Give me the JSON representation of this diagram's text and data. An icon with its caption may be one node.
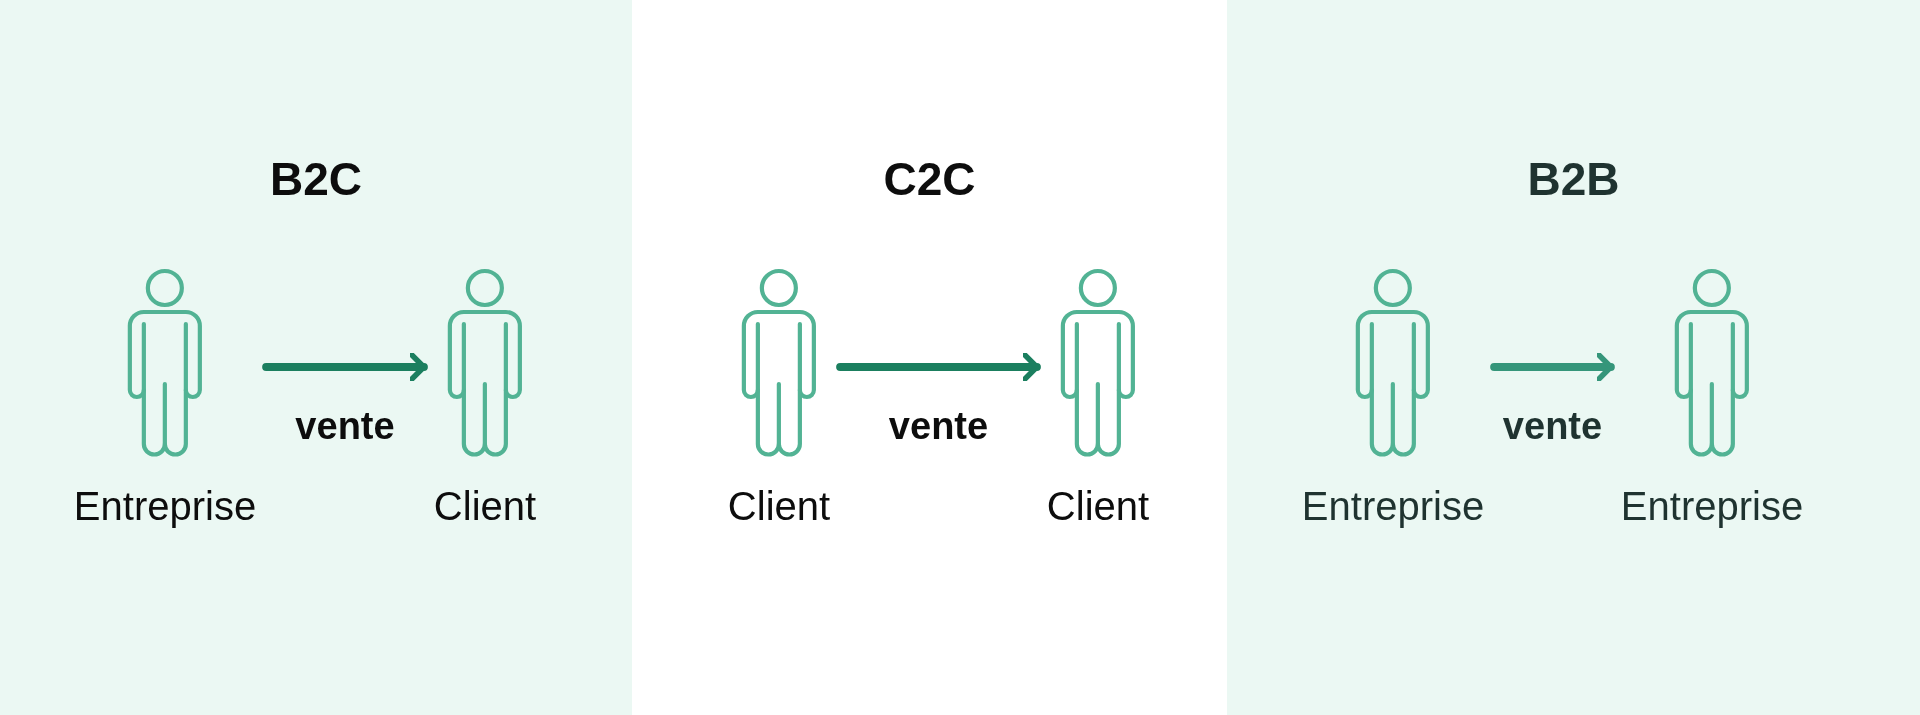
{
  "diagram": {
    "nodes": [
      {
        "text": [
          "B2C"
        ]
      },
      {
        "text": [
          "Entreprise"
        ],
        "in": 0
      },
      {
        "text": [
          "Client"
        ],
        "in": 0
      },
      {
        "text": [
          "C2C"
        ]
      },
      {
        "text": [
          "Client"
        ],
        "in": 3
      },
      {
        "text": [
          "Client"
        ],
        "in": 3
      },
      {
        "text": [
          "B2B"
        ]
      },
      {
        "text": [
          "Entreprise"
        ],
        "in": 6
      },
      {
        "text": [
          "Entreprise"
        ],
        "in": 6
      }
    ],
    "edges": [
      {
        "from": 1,
        "to": 2,
        "arrow": "to",
        "label": "vente"
      },
      {
        "from": 4,
        "to": 5,
        "arrow": "to",
        "label": "vente"
      },
      {
        "from": 7,
        "to": 8,
        "arrow": "to",
        "label": "vente",
        "color": "#35967a"
      }
    ]
  }
}
